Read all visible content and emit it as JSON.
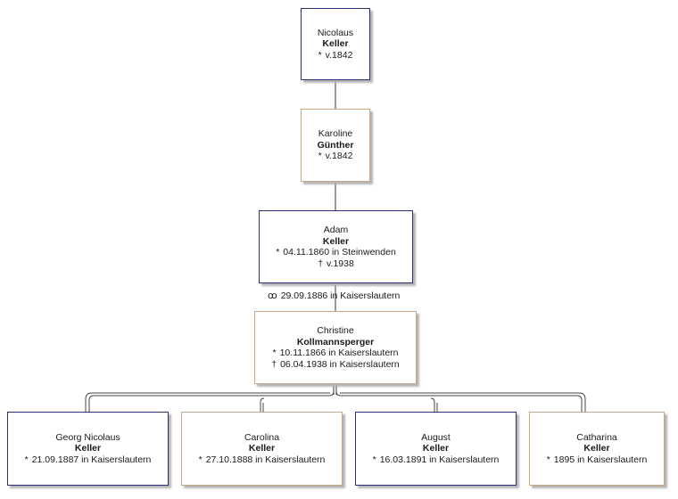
{
  "people": {
    "nicolaus": {
      "given": "Nicolaus",
      "surname": "Keller",
      "birth": "v.1842"
    },
    "karoline": {
      "given": "Karoline",
      "surname": "Günther",
      "birth": "v.1842"
    },
    "adam": {
      "given": "Adam",
      "surname": "Keller",
      "birth": "04.11.1860 in Steinwenden",
      "death": "v.1938"
    },
    "christine": {
      "given": "Christine",
      "surname": "Kollmannsperger",
      "birth": "10.11.1866 in Kaiserslautern",
      "death": "06.04.1938 in Kaiserslautern"
    },
    "georg": {
      "given": "Georg Nicolaus",
      "surname": "Keller",
      "birth": "21.09.1887 in Kaiserslautern"
    },
    "carolina": {
      "given": "Carolina",
      "surname": "Keller",
      "birth": "27.10.1888 in Kaiserslautern"
    },
    "august": {
      "given": "August",
      "surname": "Keller",
      "birth": "16.03.1891 in Kaiserslautern"
    },
    "catharina": {
      "given": "Catharina",
      "surname": "Keller",
      "birth": "1895 in Kaiserslautern"
    }
  },
  "marriage": {
    "text": "29.09.1886 in Kaiserslautern"
  },
  "symbols": {
    "birth": "*",
    "death": "†",
    "marriage": "ꝏ"
  }
}
